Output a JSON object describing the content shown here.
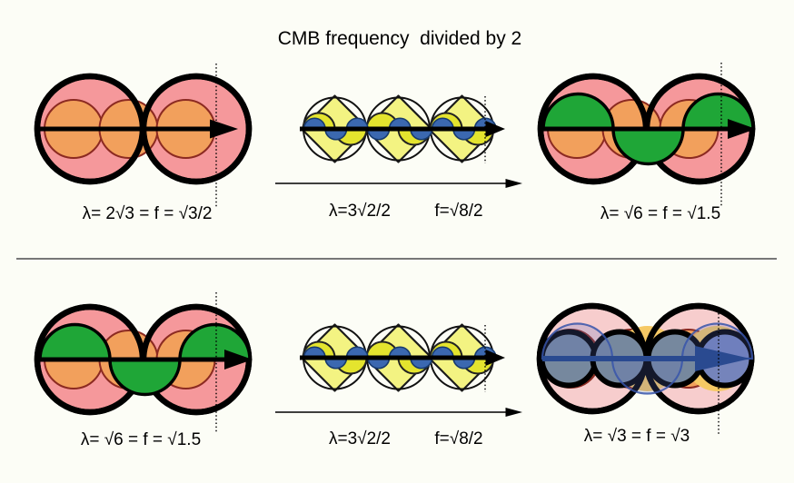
{
  "title": "CMB frequency  divided by 2",
  "labels": {
    "top_left": "λ= 2√3 = f = √3/2",
    "top_middle_lambda": "λ=3√2/2",
    "top_middle_f": "f=√8/2",
    "top_right": "λ= √6 = f = √1.5",
    "bottom_left": "λ= √6 = f = √1.5",
    "bottom_middle_lambda": "λ=3√2/2",
    "bottom_middle_f": "f=√8/2",
    "bottom_right": "λ= √3 = f = √3"
  },
  "colors": {
    "background": "#FCFDF6",
    "pink": "#F5989B",
    "pink-light": "#F7CDCD",
    "orange": "#F2A05C",
    "orange-outline": "#8C2A21",
    "green": "#1FA637",
    "pale-yellow": "#F3F382",
    "bright-yellow": "#E4E42E",
    "wave-blue": "#3B68B0",
    "slate": "#76889E",
    "slate-blue": "#7584BB",
    "gold": "#F6C964",
    "navy": "#2A4A90",
    "divider": "#777777",
    "text": "#000000"
  }
}
